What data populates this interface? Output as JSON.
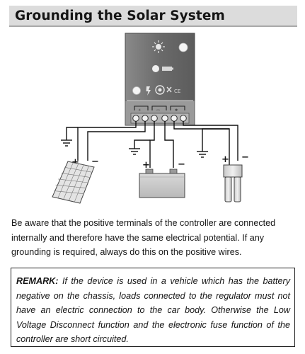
{
  "header": {
    "title": "Grounding the Solar System"
  },
  "diagram": {
    "controller_icons": {
      "sun": "sun-icon",
      "battery": "battery-icon",
      "bulb": "bulb-icon",
      "fuse": "fuse-icon",
      "ce_mark": "ce-mark-icon"
    },
    "terminal_signs": {
      "plus": "+",
      "minus": "−"
    },
    "components": [
      "solar-panel",
      "battery",
      "load-lamp"
    ]
  },
  "body": {
    "paragraph": "Be aware that the positive terminals of the controller are connected internally and therefore have the same electrical potential. If any grounding is required, always do this on the positive wires."
  },
  "remark": {
    "label": "REMARK:",
    "text": " If the device is used in a vehicle which has the battery negative on the chassis, loads connected to the regulator must not have an electric connection to the car body. Otherwise the Low Voltage Disconnect function and the electronic fuse function of the controller are short circuited."
  },
  "colors": {
    "title_background": "#dcdcdc",
    "controller_body": "#6e6e6e",
    "wire": "#111111"
  }
}
